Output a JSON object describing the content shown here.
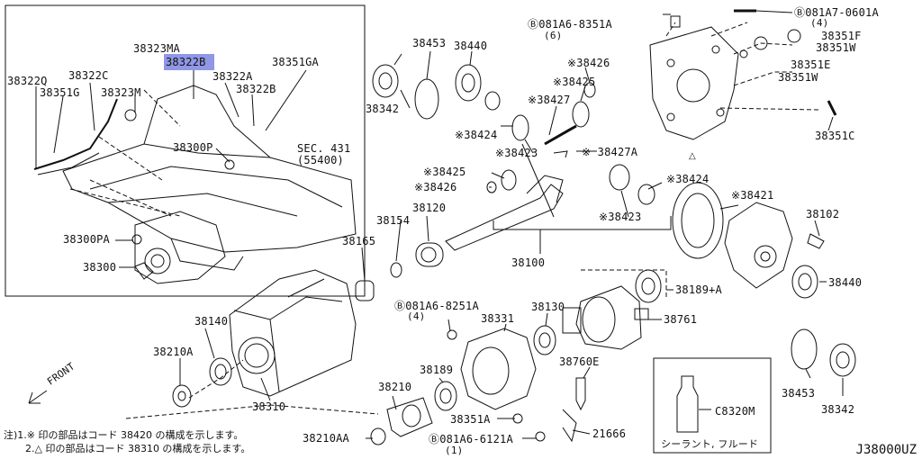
{
  "highlight_color": "#8f97e6",
  "diagram_id": "J38000UZ",
  "front_label": "FRONT",
  "sec_label": "SEC. 431",
  "sec_sub": "(55400)",
  "sealant_label": "シーラント, フルード",
  "notes": [
    "注)1.※ 印の部品はコード 38420 の構成を示します。",
    "2.△ 印の部品はコード 38310 の構成を示します。"
  ],
  "parts": {
    "p38323MA": "38323MA",
    "p38322B_hl": "38322B",
    "p38322A": "38322A",
    "p38351GA": "38351GA",
    "p38322Q": "38322Q",
    "p38322C": "38322C",
    "p38351G": "38351G",
    "p38323M": "38323M",
    "p38322B": "38322B",
    "p38300P": "38300P",
    "p38300PA": "38300PA",
    "p38300": "38300",
    "p38453a": "38453",
    "p38440a": "38440",
    "p38342a": "38342",
    "p38426a": "※38426",
    "p38425a": "※38425",
    "p38427": "※38427",
    "p38424a": "※38424",
    "p38423a": "※38423",
    "p38427A": "※ 38427A",
    "p38425b": "※38425",
    "p38426b": "※38426",
    "p38424b": "※38424",
    "p38423b": "※38423",
    "p38421": "※38421",
    "p38120": "38120",
    "p38154": "38154",
    "p38165": "38165",
    "p38100": "38100",
    "p38102": "38102",
    "p38440b": "38440",
    "p38189A": "38189+A",
    "p38761": "38761",
    "p38140": "38140",
    "p38210A": "38210A",
    "p38310": "38310",
    "pB8251": "Ⓑ081A6-8251A",
    "pB8251q": "(4)",
    "p38331": "38331",
    "p38130": "38130",
    "p38760E": "38760E",
    "p38189": "38189",
    "p38210": "38210",
    "p38351A": "38351A",
    "p21666": "21666",
    "p38210AA": "38210AA",
    "pB6121": "Ⓑ081A6-6121A",
    "pB6121q": "(1)",
    "pB8351": "Ⓑ081A6-8351A",
    "pB8351q": "(6)",
    "pB0601": "Ⓑ081A7-0601A",
    "pB0601q": "(4)",
    "p38351F": "38351F",
    "p38351W": "38351W",
    "p38351E": "38351E",
    "p38351Wb": "38351W",
    "p38351C": "38351C",
    "pC8320M": "C8320M",
    "p38453b": "38453",
    "p38342b": "38342"
  }
}
